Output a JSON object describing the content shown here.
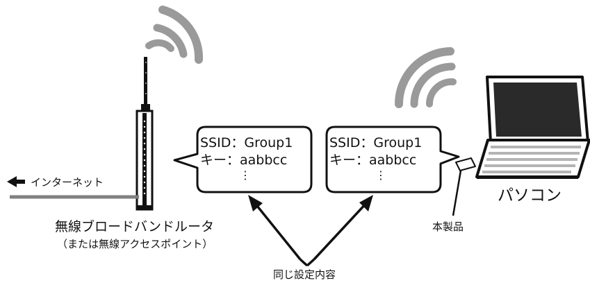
{
  "internet_label": "インターネット",
  "router": {
    "label": "無線ブロードバンドルータ",
    "sublabel": "（または無線アクセスポイント）"
  },
  "bubble_left": {
    "ssid_line": "SSID：Group1",
    "key_line": "キー：aabbcc",
    "ellipsis": "⋮"
  },
  "bubble_right": {
    "ssid_line": "SSID：Group1",
    "key_line": "キー：aabbcc",
    "ellipsis": "⋮"
  },
  "pc_label": "パソコン",
  "product_label": "本製品",
  "same_settings_label": "同じ設定内容",
  "colors": {
    "wifi_waves": "#9a9a9a",
    "line": "#111111",
    "internet_line": "#808080",
    "screen": "#2a2a2a",
    "keyboard": "#b4b4b4"
  }
}
